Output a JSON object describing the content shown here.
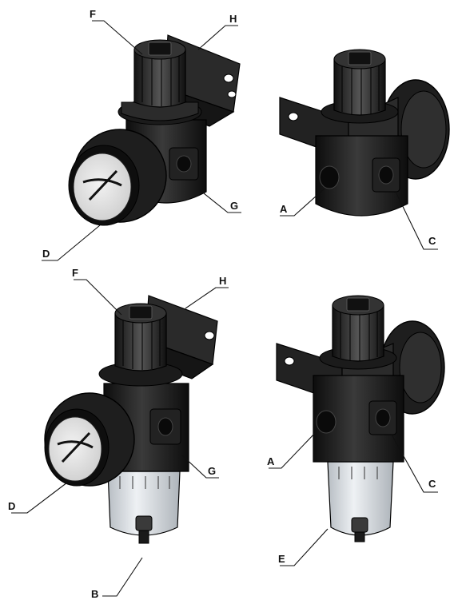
{
  "figure": {
    "views": [
      {
        "name": "regulator-front-view",
        "callouts": [
          {
            "id": "F",
            "text": "F"
          },
          {
            "id": "H",
            "text": "H"
          },
          {
            "id": "G",
            "text": "G"
          },
          {
            "id": "D",
            "text": "D"
          }
        ]
      },
      {
        "name": "regulator-rear-view",
        "callouts": [
          {
            "id": "A",
            "text": "A"
          },
          {
            "id": "C",
            "text": "C"
          }
        ]
      },
      {
        "name": "filter-regulator-front-view",
        "callouts": [
          {
            "id": "F",
            "text": "F"
          },
          {
            "id": "H",
            "text": "H"
          },
          {
            "id": "G",
            "text": "G"
          },
          {
            "id": "D",
            "text": "D"
          },
          {
            "id": "B",
            "text": "B"
          }
        ]
      },
      {
        "name": "filter-regulator-rear-view",
        "callouts": [
          {
            "id": "A",
            "text": "A"
          },
          {
            "id": "C",
            "text": "C"
          },
          {
            "id": "E",
            "text": "E"
          }
        ]
      }
    ]
  },
  "colors": {
    "body": "#1a1a1a",
    "body_highlight": "#4a4a4a",
    "edge": "#000000",
    "bowl": "#d8dde2",
    "background": "#ffffff"
  }
}
